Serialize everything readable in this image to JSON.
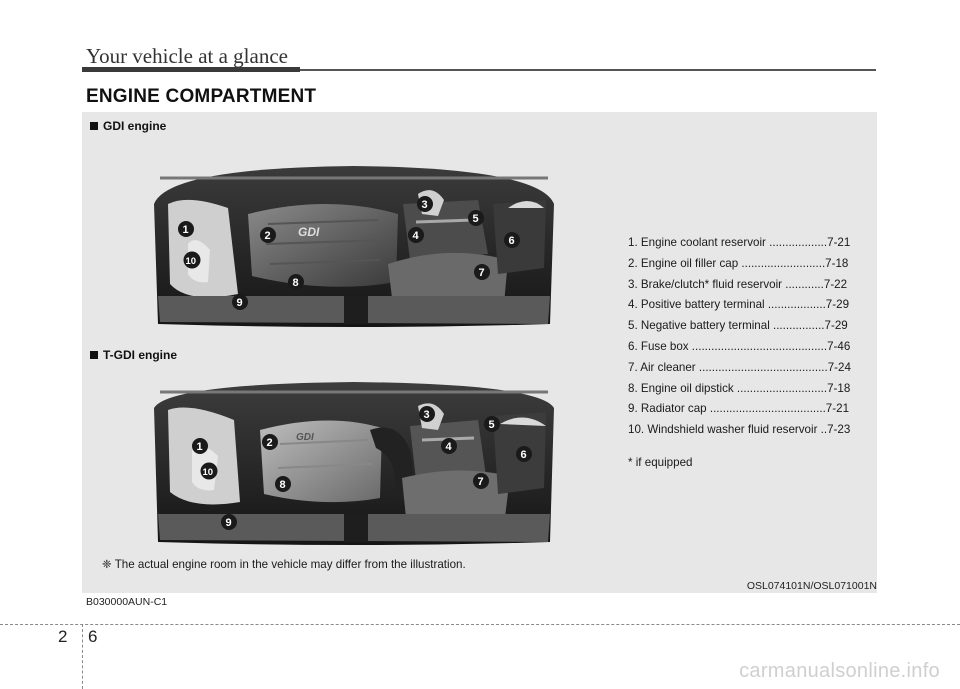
{
  "header": {
    "title": "Your vehicle at a glance"
  },
  "section_title": "ENGINE COMPARTMENT",
  "engines": [
    {
      "label": "GDI engine",
      "cover_text": "GDI"
    },
    {
      "label": "T-GDI engine",
      "cover_text": "GDI"
    }
  ],
  "callout_numbers": [
    "1",
    "2",
    "3",
    "4",
    "5",
    "6",
    "7",
    "8",
    "9",
    "10"
  ],
  "parts": [
    "1. Engine coolant reservoir ..................7-21",
    "2. Engine oil filler cap ..........................7-18",
    "3. Brake/clutch* fluid reservoir  ............7-22",
    "4. Positive battery terminal ..................7-29",
    "5. Negative battery terminal ................7-29",
    "6. Fuse box ..........................................7-46",
    "7. Air cleaner ........................................7-24",
    "8. Engine oil dipstick ............................7-18",
    "9. Radiator cap ....................................7-21",
    "10. Windshield washer fluid reservoir ..7-23"
  ],
  "footnote": "* if equipped",
  "disclaimer": "❈ The actual engine room in the vehicle may differ from the illustration.",
  "image_code": "OSL074101N/OSL071001N",
  "section_code": "B030000AUN-C1",
  "page": {
    "chapter": "2",
    "number": "6"
  },
  "watermark": "carmanualsonline.info",
  "colors": {
    "panel": "#e7e7e7",
    "engine_dark": "#2a2a2a",
    "badge": "#1a1a1a"
  }
}
